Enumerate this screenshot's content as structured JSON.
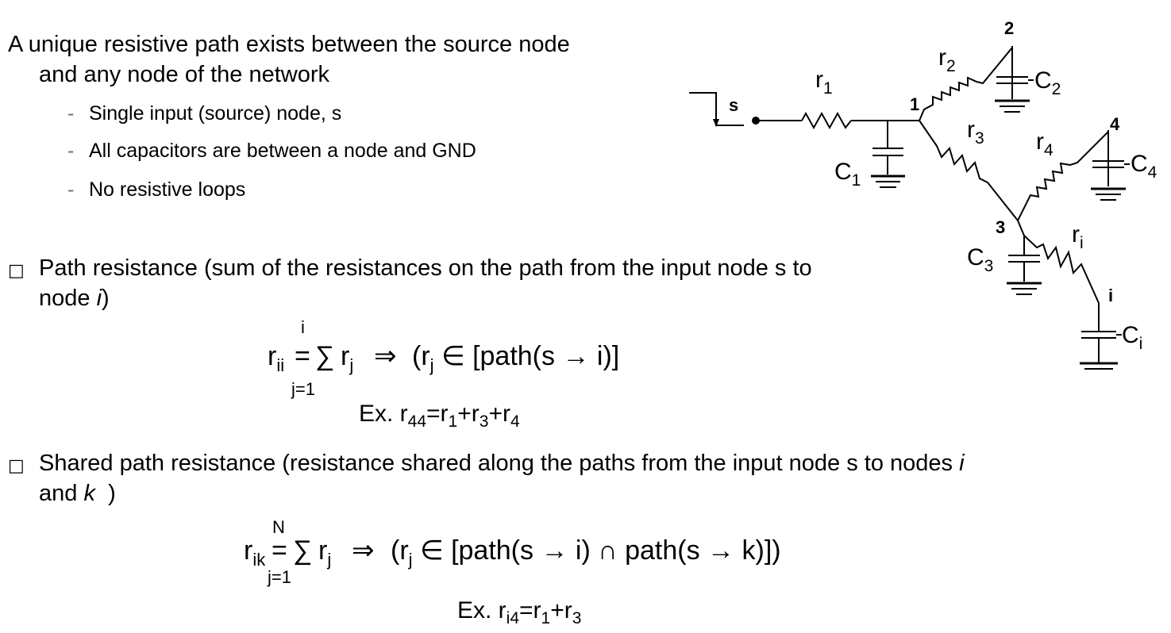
{
  "intro": {
    "line1": "A unique resistive path exists between the source node",
    "line2": "and any node of the network",
    "bullets": [
      "Single input (source) node, s",
      "All capacitors are between a node and GND",
      "No resistive loops"
    ],
    "dash": "-"
  },
  "path_resistance": {
    "bullet_glyph": "□",
    "line1": "Path resistance (sum of the resistances on the path from the input node s to",
    "line2_text": "node ",
    "line2_italic": "i",
    "line2_end": ")",
    "formula": {
      "lhs": "r",
      "lhs_sub": "ii",
      "eq": "=",
      "upper": "i",
      "lower": "j=1",
      "sum": "∑",
      "r": "r",
      "r_sub": "j",
      "implies": "⇒",
      "open": "(r",
      "open_sub": "j",
      "rest": "∈ [path(s → i)]"
    },
    "example": {
      "ex": "Ex. r",
      "s1": "44",
      "t1": "=r",
      "s2": "1",
      "t2": "+r",
      "s3": "3",
      "t3": "+r",
      "s4": "4"
    }
  },
  "shared_path_resistance": {
    "bullet_glyph": "□",
    "line1_text": "Shared path resistance (resistance shared along the paths from the input node s to nodes ",
    "line1_italic": "i",
    "line2_text": "and ",
    "line2_italic": "k",
    "line2_end": "  )",
    "formula": {
      "lhs": "r",
      "lhs_sub": "ik",
      "eq": "=",
      "upper": "N",
      "lower": "j=1",
      "sum": "∑",
      "r": "r",
      "r_sub": "j",
      "implies": "⇒",
      "open": "(r",
      "open_sub": "j",
      "rest": "∈ [path(s → i) ∩ path(s → k)])"
    },
    "example": {
      "ex": "Ex. r",
      "s1": "i4",
      "t1": "=r",
      "s2": "1",
      "t2": "+r",
      "s3": "3"
    }
  },
  "circuit": {
    "source": "s",
    "nodes": [
      "1",
      "2",
      "3",
      "4",
      "i"
    ],
    "resistors": [
      {
        "base": "r",
        "sub": "1"
      },
      {
        "base": "r",
        "sub": "2"
      },
      {
        "base": "r",
        "sub": "3"
      },
      {
        "base": "r",
        "sub": "4"
      },
      {
        "base": "r",
        "sub": "i"
      }
    ],
    "capacitors": [
      {
        "base": "C",
        "sub": "1"
      },
      {
        "base": "C",
        "sub": "2"
      },
      {
        "base": "C",
        "sub": "3"
      },
      {
        "base": "C",
        "sub": "4"
      },
      {
        "base": "C",
        "sub": "i"
      }
    ]
  }
}
